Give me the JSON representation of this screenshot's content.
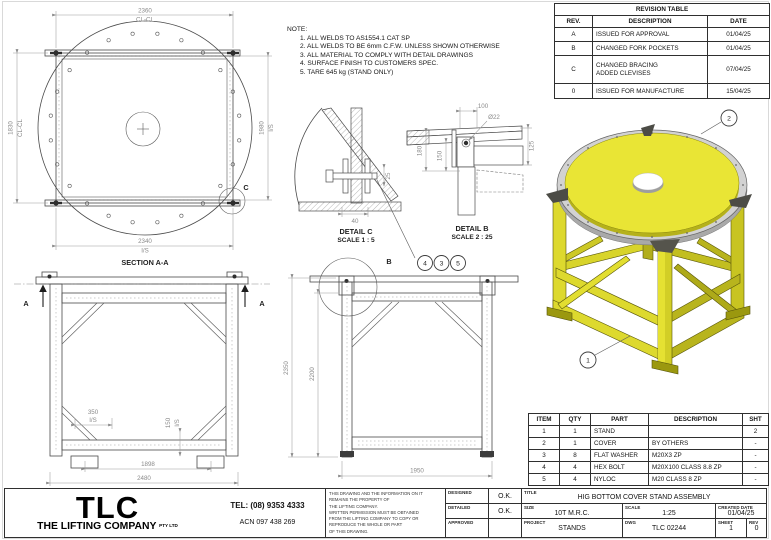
{
  "notes": {
    "title": "NOTE:",
    "items": [
      "1. ALL WELDS TO AS1554.1 CAT SP",
      "2. ALL WELDS TO BE 6mm C.F.W. UNLESS SHOWN OTHERWISE",
      "3. ALL MATERIAL TO COMPLY WITH DETAIL DRAWINGS",
      "4. SURFACE FINISH TO CUSTOMERS SPEC.",
      "5. TARE 645 kg (STAND ONLY)"
    ]
  },
  "revision_table": {
    "title": "REVISION TABLE",
    "headers": {
      "rev": "REV.",
      "description": "DESCRIPTION",
      "date": "DATE"
    },
    "rows": [
      {
        "rev": "A",
        "desc": "ISSUED FOR APPROVAL",
        "desc2": "",
        "date": "01/04/25"
      },
      {
        "rev": "B",
        "desc": "CHANGED FORK POCKETS",
        "desc2": "",
        "date": "01/04/25"
      },
      {
        "rev": "C",
        "desc": "CHANGED BRACING",
        "desc2": "ADDED CLEVISES",
        "date": "07/04/25"
      },
      {
        "rev": "0",
        "desc": "ISSUED FOR MANUFACTURE",
        "desc2": "",
        "date": "15/04/25"
      }
    ]
  },
  "parts_table": {
    "headers": {
      "item": "ITEM",
      "qty": "QTY",
      "part": "PART",
      "description": "DESCRIPTION",
      "sht": "SHT"
    },
    "rows": [
      {
        "item": "1",
        "qty": "1",
        "part": "STAND",
        "description": "",
        "sht": "2"
      },
      {
        "item": "2",
        "qty": "1",
        "part": "COVER",
        "description": "BY OTHERS",
        "sht": "-"
      },
      {
        "item": "3",
        "qty": "8",
        "part": "FLAT WASHER",
        "description": "M20X3 ZP",
        "sht": "-"
      },
      {
        "item": "4",
        "qty": "4",
        "part": "HEX BOLT",
        "description": "M20X100 CLASS 8.8 ZP",
        "sht": "-"
      },
      {
        "item": "5",
        "qty": "4",
        "part": "NYLOC",
        "description": "M20 CLASS 8 ZP",
        "sht": "-"
      }
    ]
  },
  "title_block": {
    "company": {
      "logo": "TLC",
      "name": "THE LIFTING COMPANY",
      "suffix": "PTY LTD",
      "tel": "TEL: (08) 9353 4333",
      "acn": "ACN 097 438 269"
    },
    "disclaimer_lines": [
      "THIS DRAWING AND THE INFORMATION ON IT",
      "REMAINS THE PROPERTY OF",
      "THE LIFTING COMPANY.",
      "WRITTEN PERMISSION MUST BE OBTAINED",
      "FROM THE LIFTING COMPANY TO COPY OR",
      "REPRODUCE THE WHOLE OR PART",
      "OF THIS DRAWING."
    ],
    "designed_label": "DESIGNED",
    "designed_value": "O.K.",
    "detailed_label": "DETAILED",
    "detailed_value": "O.K.",
    "approved_label": "APPROVED",
    "approved_value": "",
    "title_label": "TITLE",
    "title_value": "HIG BOTTOM COVER STAND ASSEMBLY",
    "size_label": "SIZE",
    "size_value": "10T M.R.C.",
    "scale_label": "SCALE",
    "scale_value": "1:25",
    "created_label": "CREATED DATE",
    "created_value": "01/04/25",
    "project_label": "PROJECT",
    "project_value": "STANDS",
    "dwg_label": "DWG",
    "dwg_value": "TLC 02244",
    "sheet_label": "SHEET",
    "sheet_value": "1",
    "rev_label": "REV",
    "rev_value": "0"
  },
  "plan_view": {
    "dim_top": "2360",
    "dim_top_sub": "CL-CL",
    "dim_left": "1830",
    "dim_left_sub": "CL-CL",
    "dim_right": "1980",
    "dim_right_sub": "I/S",
    "dim_bottom": "2340",
    "dim_bottom_sub": "I/S",
    "detail_label": "C",
    "section_label": "SECTION A-A"
  },
  "section_view": {
    "marker": "A",
    "dim_350": "350",
    "dim_350_sub": "I/S",
    "dim_150": "150",
    "dim_150_sub": "I/S",
    "dim_1898": "1898",
    "dim_2480": "2480"
  },
  "front_view": {
    "detail_label": "B",
    "dim_2350": "2350",
    "dim_2200": "2200",
    "dim_1950": "1950"
  },
  "detail_c": {
    "label": "DETAIL C",
    "scale": "SCALE 1 : 5",
    "dim_40": "40",
    "dim_25": "25"
  },
  "detail_b": {
    "label": "DETAIL B",
    "scale": "SCALE 2 : 25",
    "dim_100": "100",
    "dim_hole": "Ø22",
    "dim_125": "125",
    "dim_180": "180",
    "dim_150": "150"
  },
  "balloons": {
    "b1": "1",
    "b2": "2",
    "b3": "3",
    "b4": "4",
    "b5": "5"
  },
  "colors": {
    "stand_yellow": "#ddd92e",
    "cover_yellow": "#e9e535",
    "flange_gray": "#d2d2d2",
    "line_dark": "#4a4a4a",
    "dim_gray": "#8a8a8a"
  }
}
